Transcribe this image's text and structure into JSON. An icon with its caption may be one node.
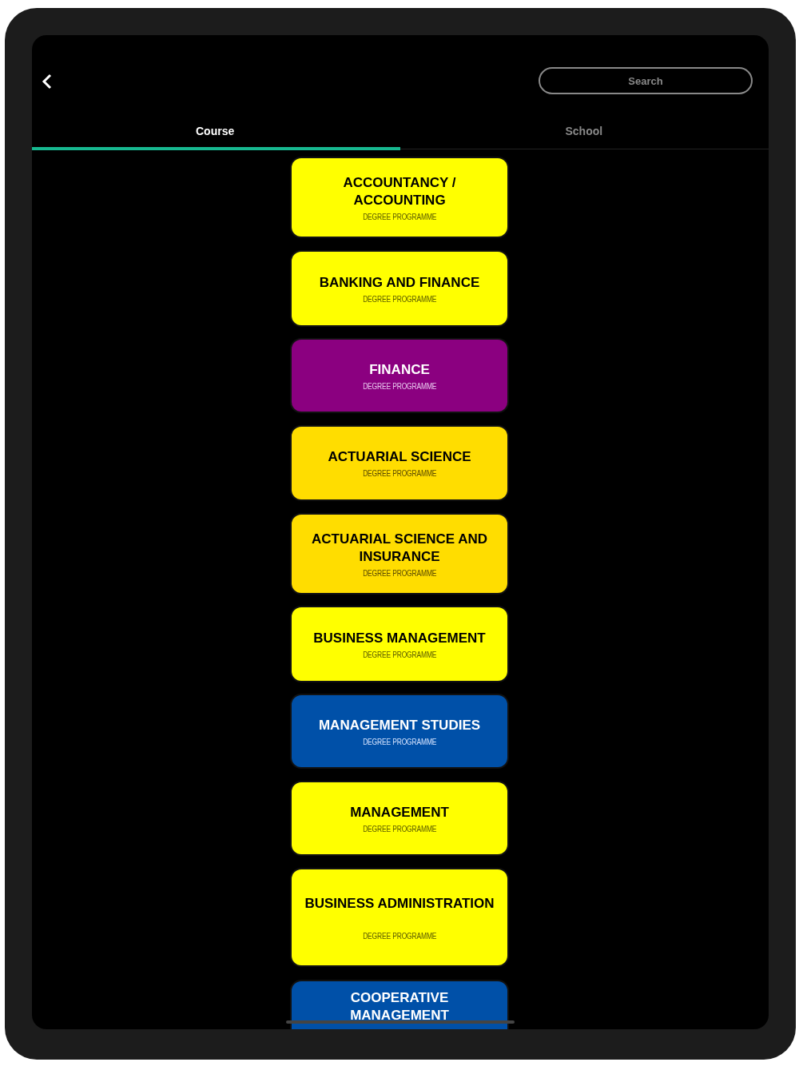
{
  "diagram": {
    "nodes": [
      {
        "text": [
          "ACCOUNTANCY / ACCOUNTING",
          "DEGREE PROGRAMME"
        ]
      },
      {
        "text": [
          "BANKING AND FINANCE",
          "DEGREE PROGRAMME"
        ]
      },
      {
        "text": [
          "FINANCE",
          "DEGREE PROGRAMME"
        ]
      },
      {
        "text": [
          "ACTUARIAL SCIENCE",
          "DEGREE PROGRAMME"
        ]
      },
      {
        "text": [
          "ACTUARIAL SCIENCE AND INSURANCE",
          "DEGREE PROGRAMME"
        ]
      },
      {
        "text": [
          "BUSINESS MANAGEMENT",
          "DEGREE PROGRAMME"
        ]
      },
      {
        "text": [
          "MANAGEMENT STUDIES",
          "DEGREE PROGRAMME"
        ]
      },
      {
        "text": [
          "MANAGEMENT",
          "DEGREE PROGRAMME"
        ]
      },
      {
        "text": [
          "BUSINESS ADMINISTRATION",
          "DEGREE PROGRAMME"
        ]
      },
      {
        "text": [
          "COOPERATIVE MANAGEMENT"
        ]
      }
    ],
    "edges": [],
    "labels": [
      "Search",
      "Course",
      "School"
    ]
  }
}
